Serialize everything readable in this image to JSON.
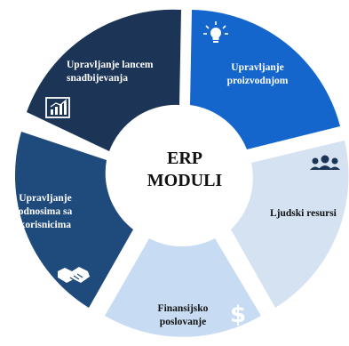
{
  "center": {
    "line1": "ERP",
    "line2": "MODULI"
  },
  "segments": [
    {
      "id": "supply-chain",
      "lines": [
        "Upravljanje lancem",
        "snadbijevanja"
      ],
      "icon": "bar-chart-icon",
      "color": "#1c3557",
      "text_color": "#ffffff"
    },
    {
      "id": "production",
      "lines": [
        "Upravljanje",
        "proizvodnjom"
      ],
      "icon": "lightbulb-icon",
      "color": "#1466cc",
      "text_color": "#ffffff"
    },
    {
      "id": "hr",
      "lines": [
        "Ljudski resursi"
      ],
      "icon": "people-icon",
      "color": "#d4e2f2",
      "text_color": "#111111"
    },
    {
      "id": "finance",
      "lines": [
        "Finansijsko",
        "poslovanje"
      ],
      "icon": "dollar-icon",
      "color": "#c7dcf3",
      "text_color": "#111111"
    },
    {
      "id": "crm",
      "lines": [
        "Upravljanje",
        "odnosima sa",
        "korisnicima"
      ],
      "icon": "handshake-icon",
      "color": "#1f4a7c",
      "text_color": "#ffffff"
    }
  ]
}
